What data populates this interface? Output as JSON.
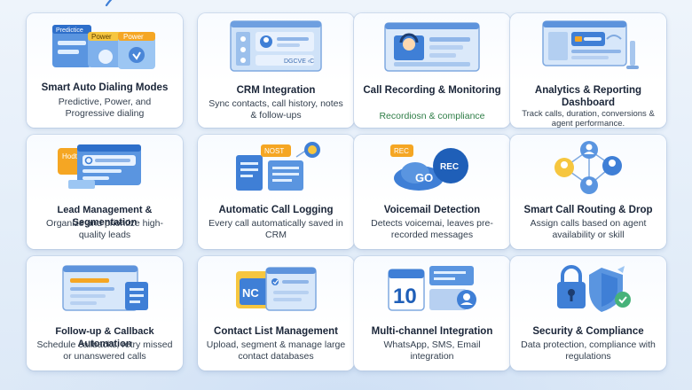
{
  "cards": [
    {
      "title": "Smart Auto Dialing Modes",
      "desc": "Predictive, Power, and Progressive dialing",
      "icon": "dialing-modes-icon",
      "labels": [
        "Predictice",
        "Power",
        "Power"
      ]
    },
    {
      "title": "CRM Integration",
      "desc": "Sync contacts, call history, notes & follow-ups",
      "icon": "crm-integration-icon",
      "labels": [
        "DGCVE ‹C"
      ]
    },
    {
      "title": "Call Recording & Monitoring",
      "desc": "Recordiosn & compliance",
      "icon": "call-recording-icon"
    },
    {
      "title": "Analytics & Reporting Dashboard",
      "desc": "Track calls, duration, conversions & agent performance.",
      "icon": "analytics-dashboard-icon"
    },
    {
      "title": "Lead Management & Segmentation",
      "desc": "Organize and prioritize high-quality leads",
      "icon": "lead-management-icon",
      "labels": [
        "Hodt"
      ]
    },
    {
      "title": "Automatic Call Logging",
      "desc": "Every call automatically saved in CRM",
      "icon": "call-logging-icon",
      "labels": [
        "NOST"
      ]
    },
    {
      "title": "Voicemail Detection",
      "desc": "Detects voicemai, leaves pre-recorded messages",
      "icon": "voicemail-detection-icon",
      "labels": [
        "REC",
        "REC",
        "GO"
      ]
    },
    {
      "title": "Smart Call Routing & Drop",
      "desc": "Assign calls based on agent availability or skill",
      "icon": "call-routing-icon"
    },
    {
      "title": "Follow-up & Callback Automation",
      "desc": "Schedule callbacks, retry missed or unanswered calls",
      "icon": "callback-automation-icon"
    },
    {
      "title": "Contact List Management",
      "desc": "Upload, segment & manage large contact databases",
      "icon": "contact-list-icon",
      "labels": [
        "NC"
      ]
    },
    {
      "title": "Multi-channel Integration",
      "desc": "WhatsApp, SMS, Email integration",
      "icon": "multichannel-icon",
      "labels": [
        "10"
      ]
    },
    {
      "title": "Security & Compliance",
      "desc": "Data protection, compliance with regulations",
      "icon": "security-compliance-icon"
    }
  ],
  "colors": {
    "primary": "#3f7fd6",
    "light": "#bcd6f3",
    "orange": "#f5a623",
    "yellow": "#f6c63f",
    "green": "#2e7d46"
  }
}
